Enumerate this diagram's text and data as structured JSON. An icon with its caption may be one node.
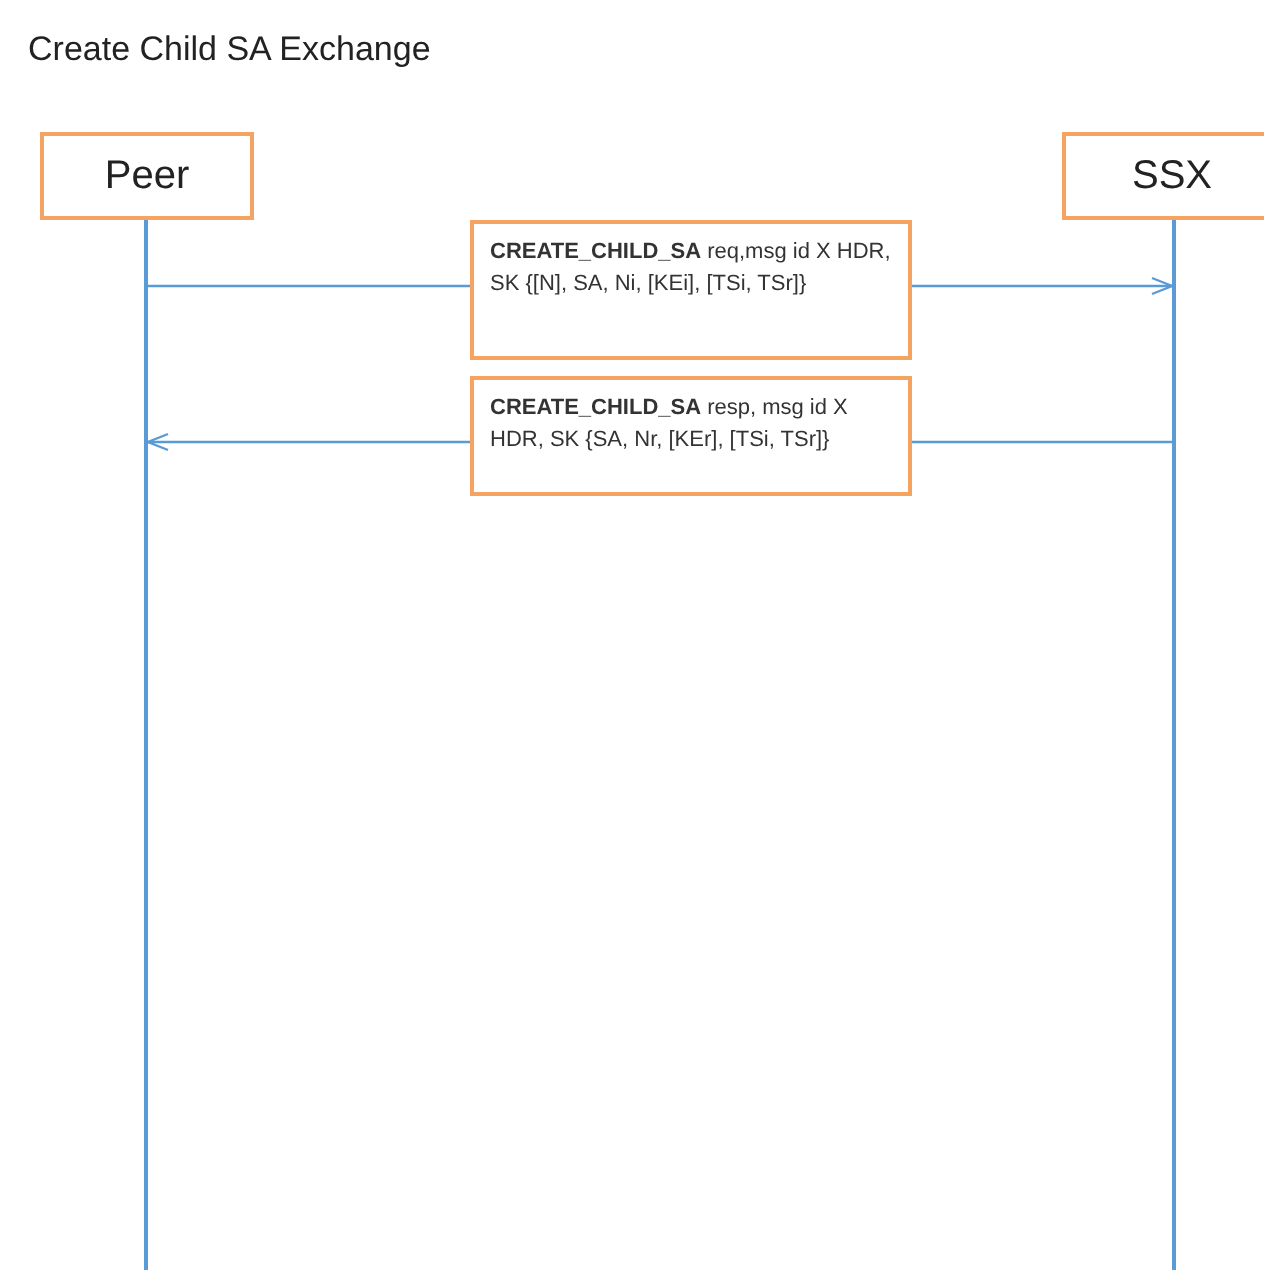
{
  "diagram": {
    "title": "Create Child SA Exchange",
    "nodes": [
      {
        "text": [
          "Peer"
        ]
      },
      {
        "text": [
          "SSX"
        ]
      },
      {
        "text": [],
        "shape": "bar"
      },
      {
        "text": [],
        "shape": "bar"
      }
    ],
    "edges": [
      {
        "from": 2,
        "to": 3,
        "arrow": "to",
        "label": "**CREATE_CHILD_SA** req,msg id X HDR, SK {[N], SA, Ni, [KEi], [TSi, TSr]}"
      },
      {
        "from": 3,
        "to": 2,
        "arrow": "to",
        "label": "**CREATE_CHILD_SA** resp, msg id X HDR, SK {SA, Nr, [KEr], [TSi, TSr]}"
      }
    ]
  }
}
